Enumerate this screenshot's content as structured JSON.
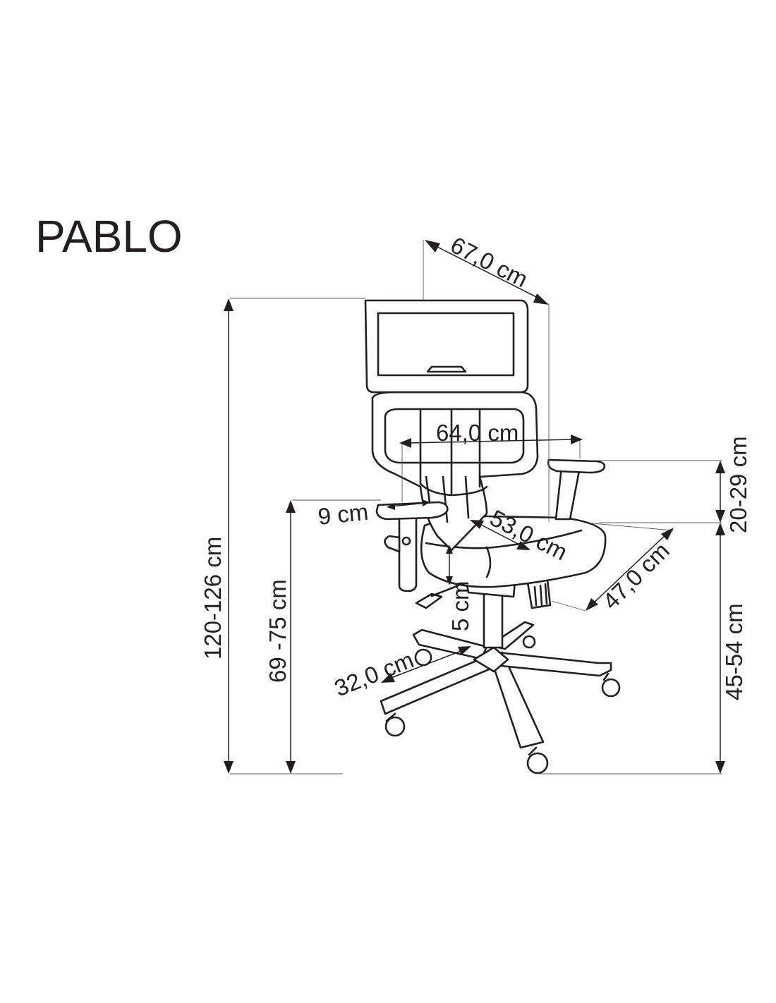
{
  "title": "PABLO",
  "dimensions": {
    "total_height": "120-126 cm",
    "armrest_height": "69 -75 cm",
    "seat_height": "45-54 cm",
    "armrest_adjust": "20-29 cm",
    "overall_width": "67,0 cm",
    "armrest_span": "64,0 cm",
    "armrest_width": "9 cm",
    "seat_width": "53,0 cm",
    "seat_depth": "47,0 cm",
    "lumbar": "5 cm",
    "base_radius": "32,0 cm"
  },
  "colors": {
    "ink": "#231f20",
    "background": "#ffffff"
  }
}
